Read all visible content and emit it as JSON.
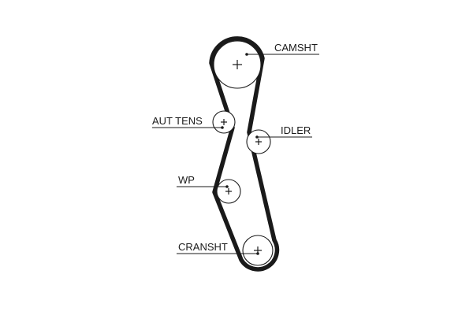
{
  "pulleys": {
    "camshaft": {
      "label": "CAMSHT"
    },
    "auto_tensioner": {
      "label": "AUT TENS"
    },
    "idler": {
      "label": "IDLER"
    },
    "water_pump": {
      "label": "WP"
    },
    "crankshaft": {
      "label": "CRANSHT"
    }
  },
  "colors": {
    "line": "#1a1a1a",
    "background": "#ffffff"
  }
}
